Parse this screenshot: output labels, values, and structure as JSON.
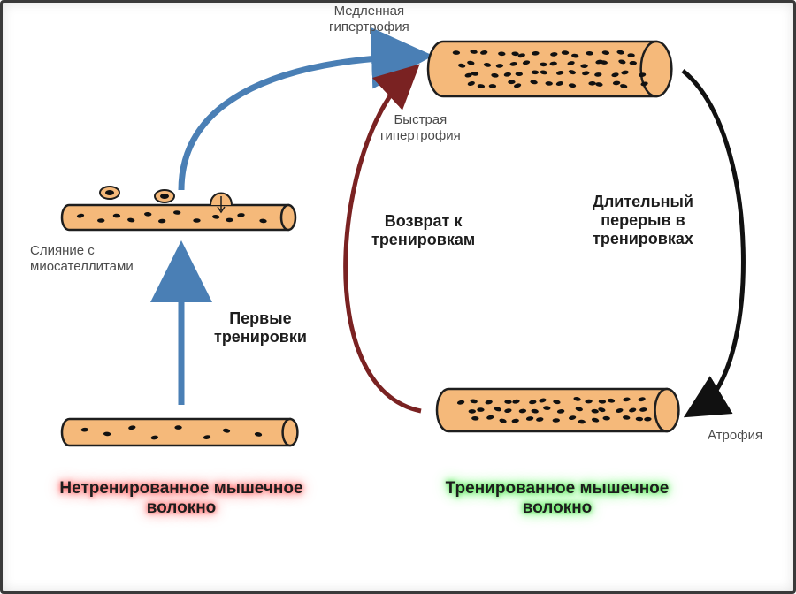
{
  "diagram": {
    "colors": {
      "fiber_fill": "#f5b97a",
      "fiber_stroke": "#1e1e1e",
      "nucleus": "#111111",
      "blue_arrow": "#4a7fb5",
      "red_arrow": "#7a2222",
      "black_arrow": "#111111"
    },
    "labels": {
      "slow_hypertrophy": [
        "Медленная",
        "гипертрофия"
      ],
      "fast_hypertrophy": [
        "Быстрая",
        "гипертрофия"
      ],
      "fusion": [
        "Слияние с",
        "миосателлитами"
      ],
      "first_trainings": [
        "Первые",
        "тренировки"
      ],
      "return_to_training": [
        "Возврат к",
        "тренировкам"
      ],
      "long_break": [
        "Длительный",
        "перерыв в",
        "тренировках"
      ],
      "atrophy": "Атрофия",
      "untrained_fiber": [
        "Нетренированное мышечное",
        "волокно"
      ],
      "trained_fiber": [
        "Тренированное мышечное",
        "волокно"
      ]
    }
  }
}
